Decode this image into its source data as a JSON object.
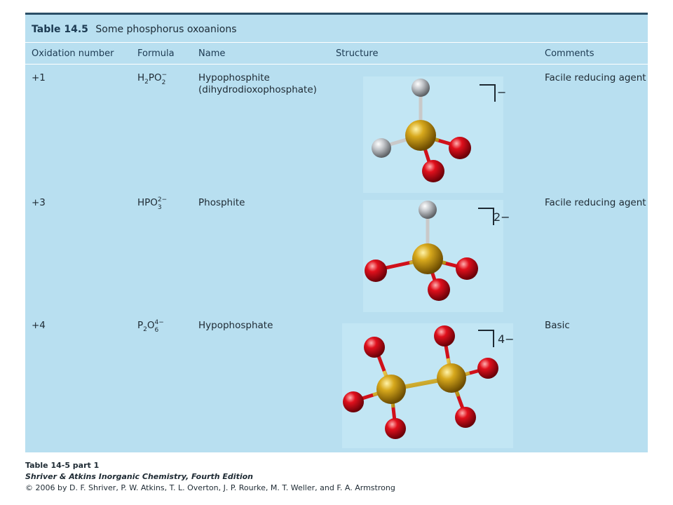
{
  "table": {
    "number": "Table 14.5",
    "title": "Some phosphorus oxoanions",
    "headers": {
      "oxidation": "Oxidation number",
      "formula": "Formula",
      "name": "Name",
      "structure": "Structure",
      "comments": "Comments"
    },
    "rows": [
      {
        "oxidation": "+1",
        "formula": {
          "p1": "H",
          "s1": "2",
          "p2": "PO",
          "sub": "2",
          "sup": "−"
        },
        "name": "Hypophosphite",
        "name2": "(dihydrodioxophosphate)",
        "charge": "−",
        "comment": "Facile reducing agent"
      },
      {
        "oxidation": "+3",
        "formula": {
          "p1": "HPO",
          "sub": "3",
          "sup": "2−"
        },
        "name": "Phosphite",
        "charge": "2−",
        "comment": "Facile reducing agent"
      },
      {
        "oxidation": "+4",
        "formula": {
          "p1": "P",
          "s1": "2",
          "p2": "O",
          "sub": "6",
          "sup": "4−"
        },
        "name": "Hypophosphate",
        "charge": "4−",
        "comment": "Basic"
      }
    ]
  },
  "footer": {
    "line1": "Table 14-5 part 1",
    "line2": "Shriver & Atkins Inorganic Chemistry, Fourth Edition",
    "line3": "© 2006 by D. F. Shriver, P. W. Atkins, T. L. Overton, J. P. Rourke, M. T. Weller, and F. A. Armstrong"
  },
  "colors": {
    "phosphorus": "#c99a10",
    "oxygen": "#d0101a",
    "hydrogen": "#b8bcc2",
    "table_background": "#b8dff0",
    "heading": "#1c3a52"
  }
}
